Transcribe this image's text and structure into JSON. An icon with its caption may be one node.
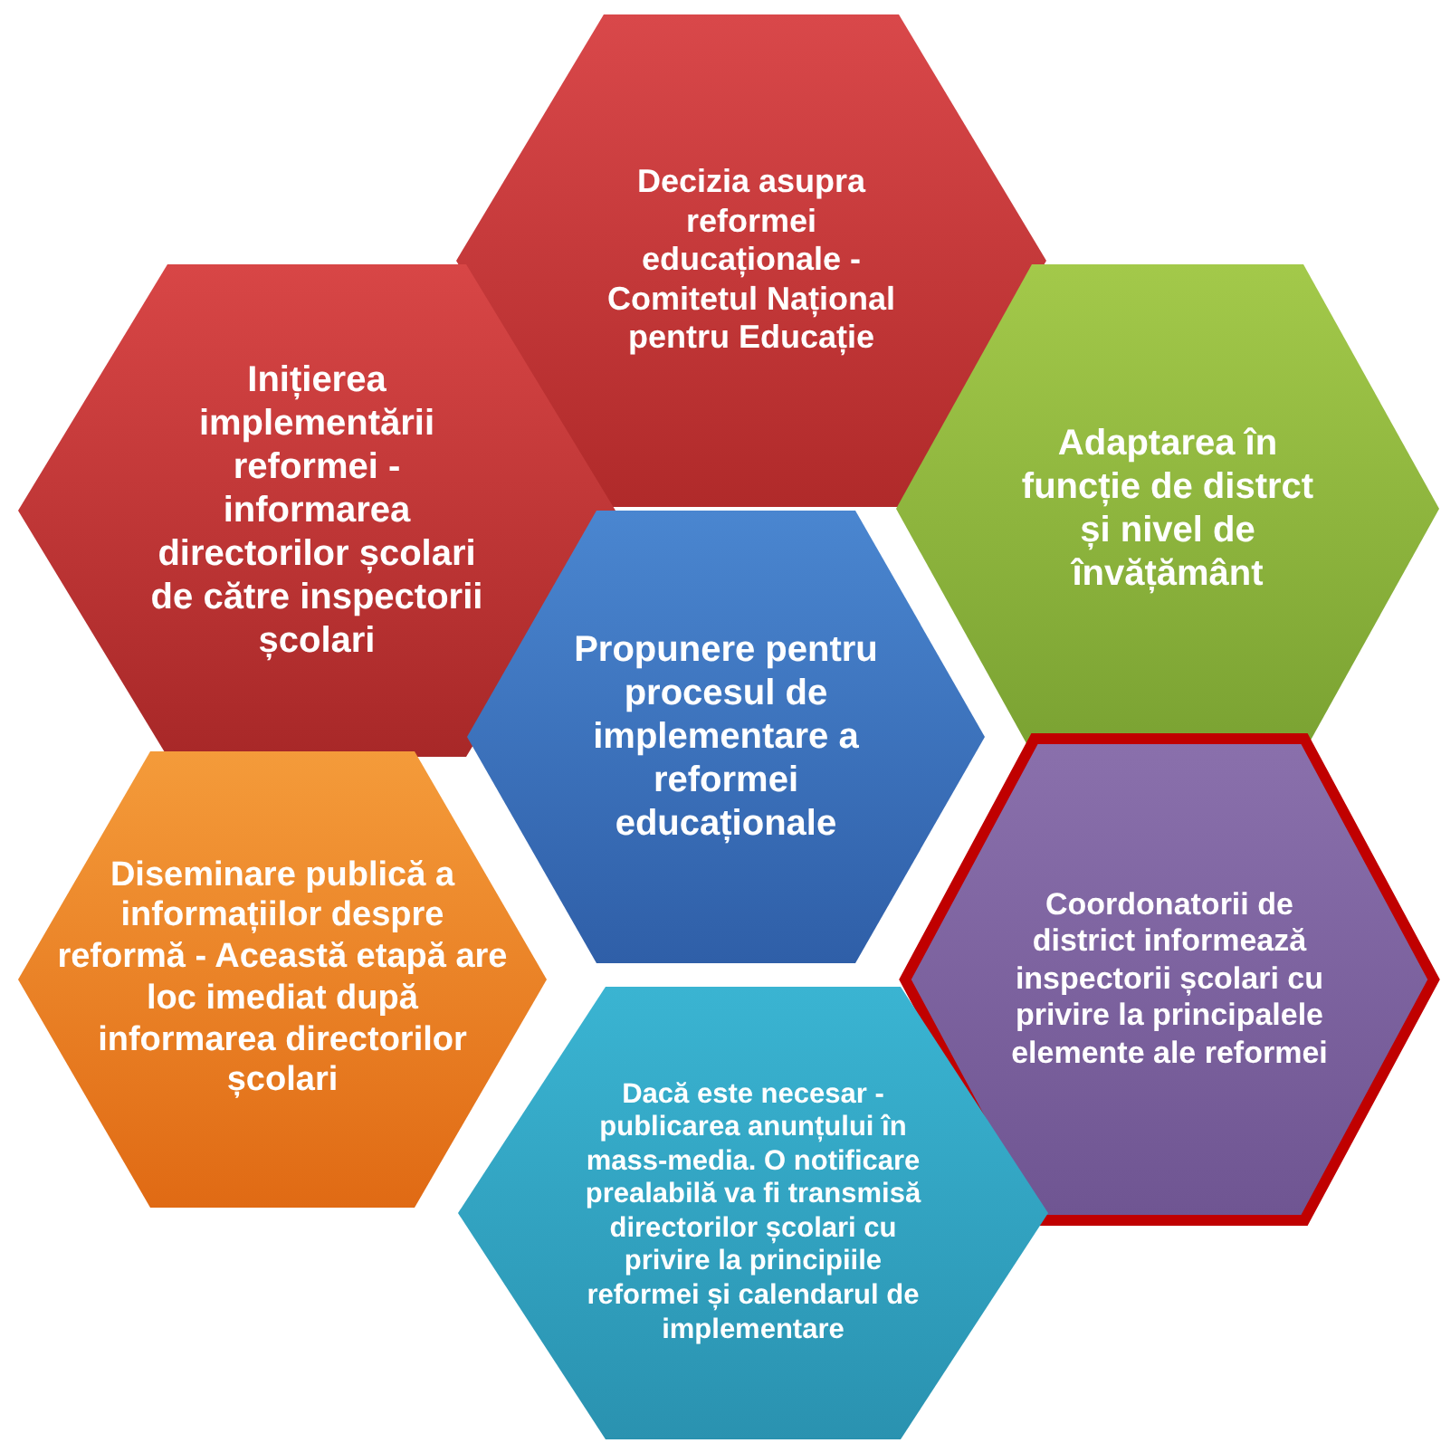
{
  "diagram": {
    "nodes": [
      {
        "text": [
          "Decizia asupra reformei educaționale - Comitetul Național pentru Educație"
        ]
      },
      {
        "text": [
          "Inițierea implementării reformei - informarea directorilor școlari de către inspectorii școlari"
        ]
      },
      {
        "text": [
          "Adaptarea în funcție de distrct și nivel de învățământ"
        ]
      },
      {
        "text": [
          "Propunere pentru procesul de implementare a reformei educaționale"
        ]
      },
      {
        "text": [
          "Diseminare publică a informațiilor despre reformă - Această etapă are loc imediat după informarea directorilor școlari"
        ]
      },
      {
        "text": [
          "Coordonatorii de district informează inspectorii școlari cu privire la principalele elemente ale reformei"
        ]
      },
      {
        "text": [
          "Dacă este necesar - publicarea anunțului în mass-media. O notificare prealabilă va fi transmisă directorilor școlari cu privire la principiile reformei și calendarul de implementare"
        ]
      }
    ]
  }
}
